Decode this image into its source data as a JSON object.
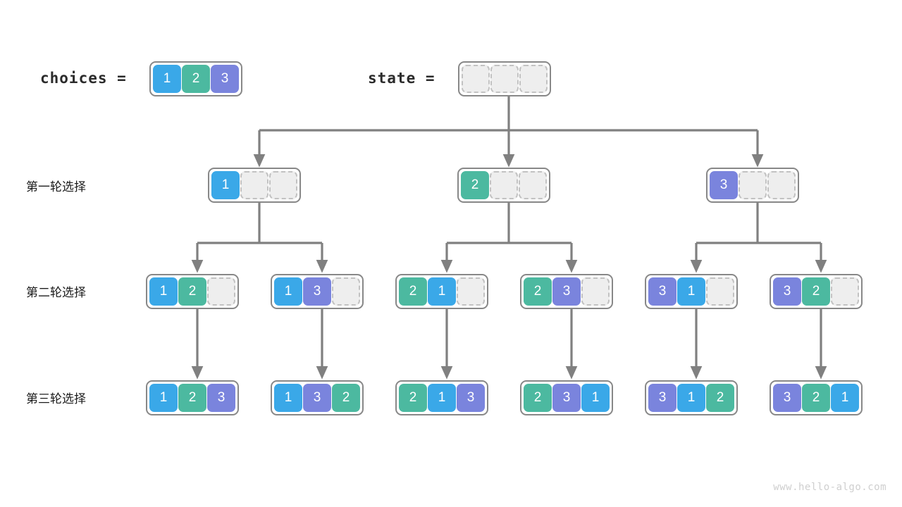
{
  "colors": {
    "value_1": "#3aa8e8",
    "value_2": "#4cb9a0",
    "value_3": "#7a84dd",
    "empty_cell": "#eeeeee",
    "empty_border": "#c2c2c2",
    "array_border": "#888888",
    "wire": "#808080",
    "text": "#1c1c1c",
    "watermark": "#cfcfcf"
  },
  "header": {
    "choices_label": "choices =",
    "choices_array": [
      "1",
      "2",
      "3"
    ],
    "state_label": "state =",
    "state_array": [
      "",
      "",
      ""
    ]
  },
  "rows": [
    {
      "label": "第一轮选择",
      "arrays": [
        [
          "1",
          "",
          ""
        ],
        [
          "2",
          "",
          ""
        ],
        [
          "3",
          "",
          ""
        ]
      ]
    },
    {
      "label": "第二轮选择",
      "arrays": [
        [
          "1",
          "2",
          ""
        ],
        [
          "1",
          "3",
          ""
        ],
        [
          "2",
          "1",
          ""
        ],
        [
          "2",
          "3",
          ""
        ],
        [
          "3",
          "1",
          ""
        ],
        [
          "3",
          "2",
          ""
        ]
      ]
    },
    {
      "label": "第三轮选择",
      "arrays": [
        [
          "1",
          "2",
          "3"
        ],
        [
          "1",
          "3",
          "2"
        ],
        [
          "2",
          "1",
          "3"
        ],
        [
          "2",
          "3",
          "1"
        ],
        [
          "3",
          "1",
          "2"
        ],
        [
          "3",
          "2",
          "1"
        ]
      ]
    }
  ],
  "watermark": "www.hello-algo.com"
}
